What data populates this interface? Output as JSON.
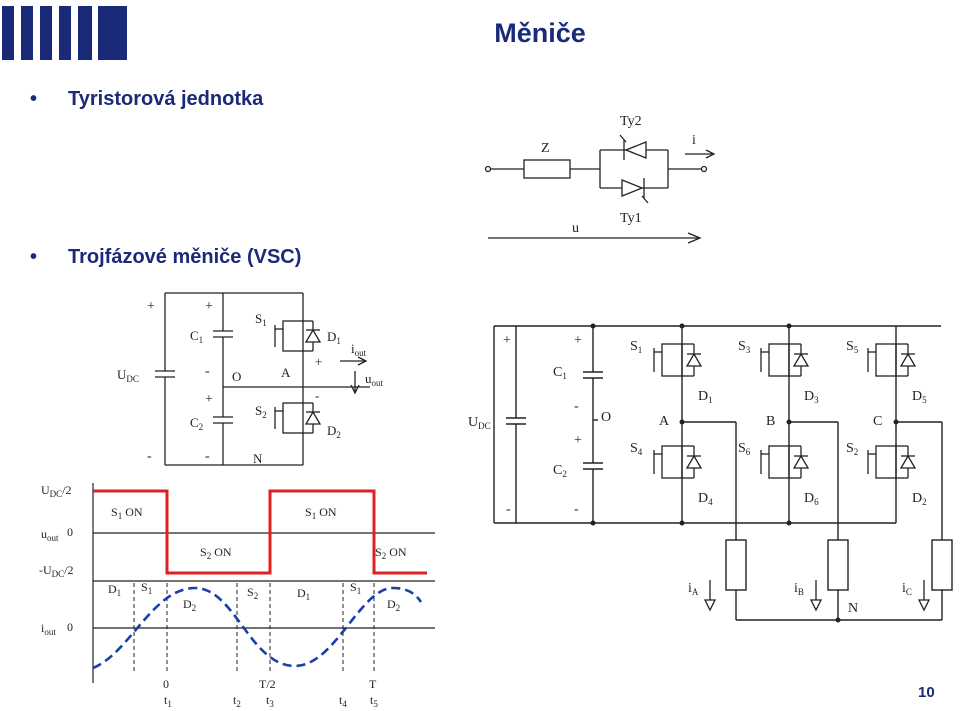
{
  "slide": {
    "title": "Měniče",
    "page_number": "10",
    "bullets": [
      "Tyristorová jednotka",
      "Trojfázové měniče (VSC)"
    ],
    "accent_color": "#1b2a78",
    "logo_name": "university-logo"
  },
  "thyristor_circuit": {
    "impedance": "Z",
    "thyristor_top": "Ty2",
    "thyristor_bottom": "Ty1",
    "current": "i",
    "voltage": "u"
  },
  "half_bridge": {
    "dc_voltage": "U",
    "dc_voltage_sub": "DC",
    "cap1": "C",
    "cap1_sub": "1",
    "cap2": "C",
    "cap2_sub": "2",
    "switch1": "S",
    "switch1_sub": "1",
    "switch2": "S",
    "switch2_sub": "2",
    "diode1": "D",
    "diode1_sub": "1",
    "diode2": "D",
    "diode2_sub": "2",
    "midpoint": "O",
    "output_node": "A",
    "neutral": "N",
    "i_out": "i",
    "i_out_sub": "out",
    "u_out": "u",
    "u_out_sub": "out",
    "plus": "+",
    "minus": "-"
  },
  "waveform": {
    "u_max": "U",
    "u_max_sub": "DC",
    "u_max_tail": "/2",
    "u_label": "u",
    "u_label_sub": "out",
    "zero": "0",
    "u_min": "-U",
    "u_min_sub": "DC",
    "u_min_tail": "/2",
    "i_label": "i",
    "i_label_sub": "out",
    "s1_on": "S",
    "s1_on_sub": "1",
    "s1_on_tail": " ON",
    "s2_on": "S",
    "s2_on_sub": "2",
    "s2_on_tail": " ON",
    "regions": [
      {
        "main": "D",
        "sub": "1"
      },
      {
        "main": "S",
        "sub": "1"
      },
      {
        "main": "D",
        "sub": "2"
      },
      {
        "main": "S",
        "sub": "2"
      },
      {
        "main": "D",
        "sub": "1"
      },
      {
        "main": "S",
        "sub": "1"
      },
      {
        "main": "D",
        "sub": "2"
      }
    ],
    "axis_marks": [
      "0",
      "T/2",
      "T"
    ],
    "time_labels": [
      {
        "main": "t",
        "sub": "1"
      },
      {
        "main": "t",
        "sub": "2"
      },
      {
        "main": "t",
        "sub": "3"
      },
      {
        "main": "t",
        "sub": "4"
      },
      {
        "main": "t",
        "sub": "5"
      }
    ],
    "voltage_color": "#e02020",
    "current_color": "#1a3fa8"
  },
  "three_phase": {
    "dc_voltage": "U",
    "dc_voltage_sub": "DC",
    "cap1": "C",
    "cap1_sub": "1",
    "cap2": "C",
    "cap2_sub": "2",
    "midpoint": "O",
    "neutral": "N",
    "plus": "+",
    "minus": "-",
    "phases": [
      "A",
      "B",
      "C"
    ],
    "upper_switches": [
      {
        "main": "S",
        "sub": "1"
      },
      {
        "main": "S",
        "sub": "3"
      },
      {
        "main": "S",
        "sub": "5"
      }
    ],
    "lower_switches": [
      {
        "main": "S",
        "sub": "4"
      },
      {
        "main": "S",
        "sub": "6"
      },
      {
        "main": "S",
        "sub": "2"
      }
    ],
    "upper_diodes": [
      {
        "main": "D",
        "sub": "1"
      },
      {
        "main": "D",
        "sub": "3"
      },
      {
        "main": "D",
        "sub": "5"
      }
    ],
    "lower_diodes": [
      {
        "main": "D",
        "sub": "4"
      },
      {
        "main": "D",
        "sub": "6"
      },
      {
        "main": "D",
        "sub": "2"
      }
    ],
    "phase_currents": [
      {
        "main": "i",
        "sub": "A"
      },
      {
        "main": "i",
        "sub": "B"
      },
      {
        "main": "i",
        "sub": "C"
      }
    ]
  }
}
